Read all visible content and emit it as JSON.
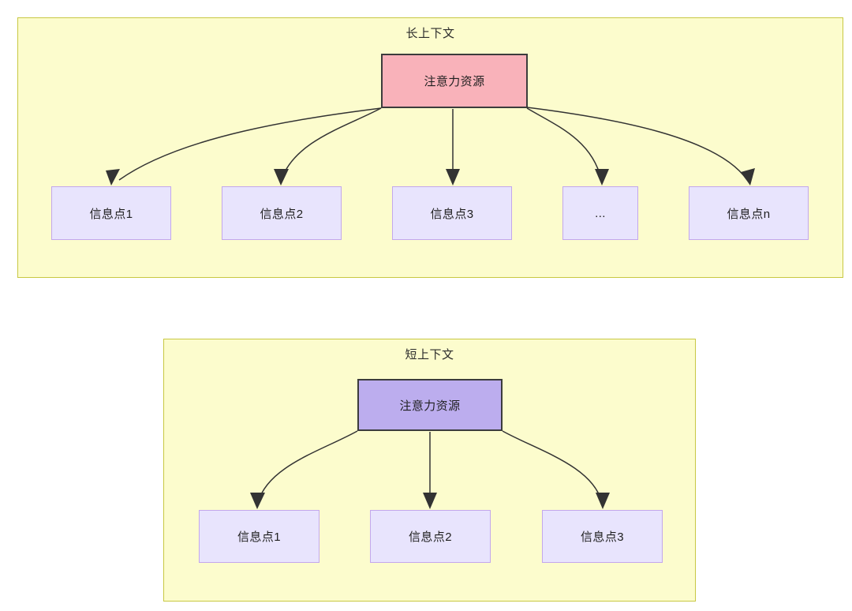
{
  "diagram": {
    "title_accent_fill": "#fcfccd",
    "title_accent_border": "#c8c843",
    "panels": [
      {
        "id": "long-context",
        "title": "长上下文",
        "root": {
          "label": "注意力资源",
          "fill": "#f9b2ba",
          "border": "#3c3c3c"
        },
        "leaves": [
          {
            "label": "信息点1"
          },
          {
            "label": "信息点2"
          },
          {
            "label": "信息点3"
          },
          {
            "label": "..."
          },
          {
            "label": "信息点n"
          }
        ],
        "leaf_fill": "#e8e4fd",
        "leaf_border": "#c3a7ec"
      },
      {
        "id": "short-context",
        "title": "短上下文",
        "root": {
          "label": "注意力资源",
          "fill": "#bcadee",
          "border": "#3c3c3c"
        },
        "leaves": [
          {
            "label": "信息点1"
          },
          {
            "label": "信息点2"
          },
          {
            "label": "信息点3"
          }
        ],
        "leaf_fill": "#e8e4fd",
        "leaf_border": "#c3a7ec"
      }
    ]
  }
}
